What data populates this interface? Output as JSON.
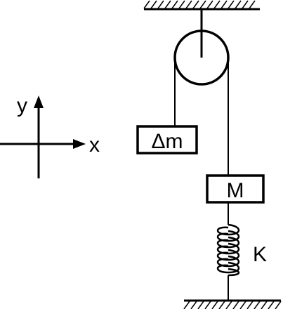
{
  "axes": {
    "y_label": "y",
    "x_label": "x"
  },
  "masses": {
    "small_label": "Δm",
    "large_label": "M"
  },
  "spring": {
    "label": "K"
  },
  "colors": {
    "ink": "#000000",
    "background": "#ffffff"
  }
}
